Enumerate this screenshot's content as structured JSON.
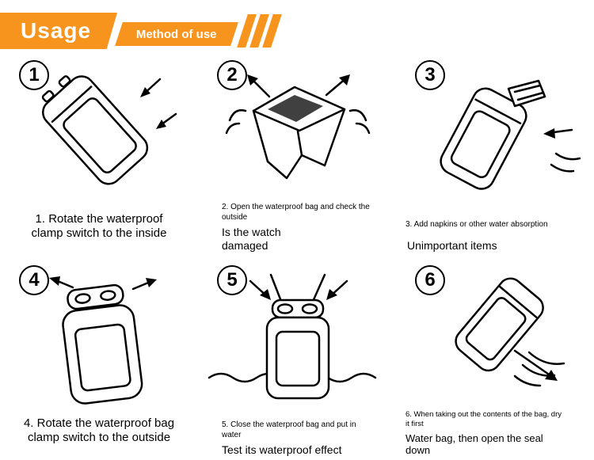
{
  "header": {
    "title": "Usage",
    "subtitle": "Method of use",
    "accent_color": "#F7941E"
  },
  "steps": [
    {
      "number": "1",
      "caption": "1. Rotate the waterproof\nclamp switch to the inside"
    },
    {
      "number": "2",
      "caption": "2. Open the waterproof bag and check the\noutside",
      "subcaption": "Is the watch\ndamaged"
    },
    {
      "number": "3",
      "caption": "3. Add napkins or other water absorption",
      "subcaption": "Unimportant items"
    },
    {
      "number": "4",
      "caption": "4. Rotate the waterproof bag\nclamp switch to the outside"
    },
    {
      "number": "5",
      "caption": "5. Close the waterproof bag and put in\nwater",
      "subcaption": "Test its waterproof effect"
    },
    {
      "number": "6",
      "caption": "6. When taking out the contents of the bag, dry\nit first",
      "subcaption": "Water bag, then open the seal\ndown"
    }
  ]
}
